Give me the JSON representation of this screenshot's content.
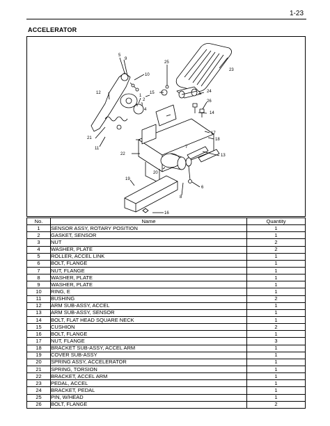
{
  "page": {
    "number": "1-23",
    "title": "ACCELERATOR"
  },
  "diagram": {
    "callouts": [
      "1",
      "2",
      "3",
      "4",
      "5",
      "6",
      "7",
      "8",
      "9",
      "10",
      "11",
      "12",
      "13",
      "14",
      "15",
      "16",
      "17",
      "18",
      "19",
      "20",
      "21",
      "22",
      "23",
      "24",
      "25",
      "26"
    ]
  },
  "table": {
    "headers": {
      "no": "No.",
      "name": "Name",
      "quantity": "Quantity"
    },
    "rows": [
      {
        "no": "1",
        "name": "SENSOR ASSY, ROTARY POSITION",
        "qty": "1"
      },
      {
        "no": "2",
        "name": "GASKET, SENSOR",
        "qty": "1"
      },
      {
        "no": "3",
        "name": "NUT",
        "qty": "2"
      },
      {
        "no": "4",
        "name": "WASHER, PLATE",
        "qty": "2"
      },
      {
        "no": "5",
        "name": "ROLLER, ACCEL LINK",
        "qty": "1"
      },
      {
        "no": "6",
        "name": "BOLT, FLANGE",
        "qty": "1"
      },
      {
        "no": "7",
        "name": "NUT, FLANGE",
        "qty": "1"
      },
      {
        "no": "8",
        "name": "WASHER, PLATE",
        "qty": "1"
      },
      {
        "no": "9",
        "name": "WASHER, PLATE",
        "qty": "1"
      },
      {
        "no": "10",
        "name": "RING, E",
        "qty": "1"
      },
      {
        "no": "11",
        "name": "BUSHING",
        "qty": "2"
      },
      {
        "no": "12",
        "name": "ARM SUB-ASSY, ACCEL",
        "qty": "1"
      },
      {
        "no": "13",
        "name": "ARM SUB-ASSY, SENSOR",
        "qty": "1"
      },
      {
        "no": "14",
        "name": "BOLT, FLAT HEAD SQUARE NECK",
        "qty": "1"
      },
      {
        "no": "15",
        "name": "CUSHION",
        "qty": "2"
      },
      {
        "no": "16",
        "name": "BOLT, FLANGE",
        "qty": "1"
      },
      {
        "no": "17",
        "name": "NUT, FLANGE",
        "qty": "3"
      },
      {
        "no": "18",
        "name": "BRACKET SUB-ASSY, ACCEL ARM",
        "qty": "1"
      },
      {
        "no": "19",
        "name": "COVER SUB-ASSY",
        "qty": "1"
      },
      {
        "no": "20",
        "name": "SPRING ASSY, ACCELERATOR",
        "qty": "1"
      },
      {
        "no": "21",
        "name": "SPRING, TORSION",
        "qty": "1"
      },
      {
        "no": "22",
        "name": "BRACKET, ACCEL ARM",
        "qty": "1"
      },
      {
        "no": "23",
        "name": "PEDAL, ACCEL",
        "qty": "1"
      },
      {
        "no": "24",
        "name": "BRACKET, PEDAL",
        "qty": "1"
      },
      {
        "no": "25",
        "name": "PIN, W/HEAD",
        "qty": "1"
      },
      {
        "no": "26",
        "name": "BOLT, FLANGE",
        "qty": "2"
      }
    ]
  }
}
